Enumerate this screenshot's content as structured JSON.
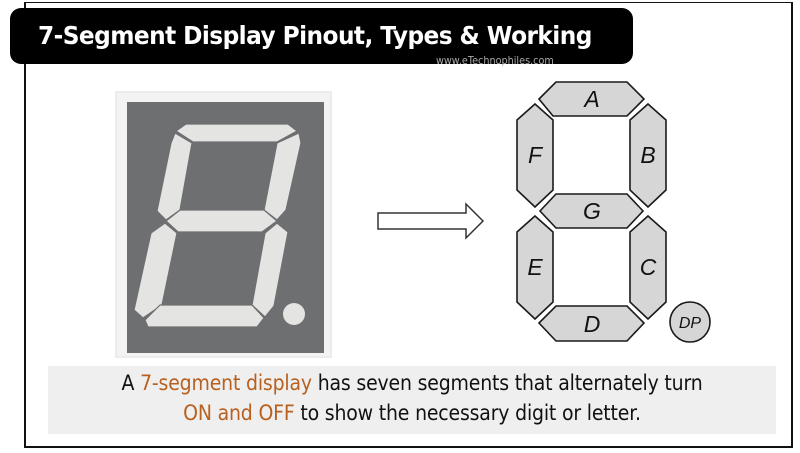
{
  "header": {
    "title": "7-Segment Display Pinout, Types & Working",
    "website": "www.eTechnophiles.com"
  },
  "photo": {
    "description": "7-segment-display-photo",
    "colors": {
      "mount": "#ececec",
      "face": "#6e6f71",
      "segment": "#e4e4e2"
    }
  },
  "arrow": {
    "direction": "right"
  },
  "diagram": {
    "segments": [
      {
        "id": "A",
        "label": "A"
      },
      {
        "id": "B",
        "label": "B"
      },
      {
        "id": "C",
        "label": "C"
      },
      {
        "id": "D",
        "label": "D"
      },
      {
        "id": "E",
        "label": "E"
      },
      {
        "id": "F",
        "label": "F"
      },
      {
        "id": "G",
        "label": "G"
      }
    ],
    "decimal_point": {
      "label": "DP"
    },
    "colors": {
      "segment_fill": "#d6d6d6",
      "segment_stroke": "#1a1a1a"
    }
  },
  "caption": {
    "line1": {
      "prefix": "A ",
      "highlight": "7-segment display",
      "rest": " has seven segments that alternately turn"
    },
    "line2": {
      "highlight": "ON and OFF",
      "rest": " to show the necessary digit or letter."
    },
    "highlight_color": "#b8601f",
    "background": "#efefef"
  }
}
